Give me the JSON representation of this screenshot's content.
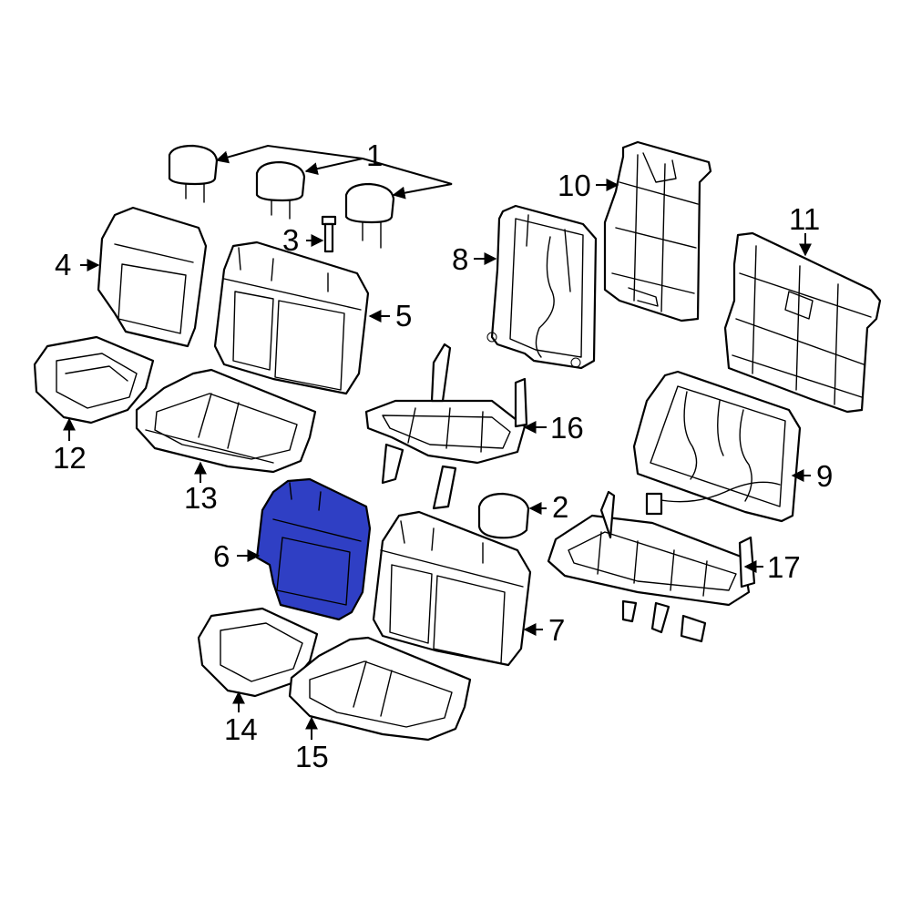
{
  "highlight_color": "#2f3fc4",
  "callouts": {
    "c1": "1",
    "c2": "2",
    "c3": "3",
    "c4": "4",
    "c5": "5",
    "c6": "6",
    "c7": "7",
    "c8": "8",
    "c9": "9",
    "c10": "10",
    "c11": "11",
    "c12": "12",
    "c13": "13",
    "c14": "14",
    "c15": "15",
    "c16": "16",
    "c17": "17"
  }
}
